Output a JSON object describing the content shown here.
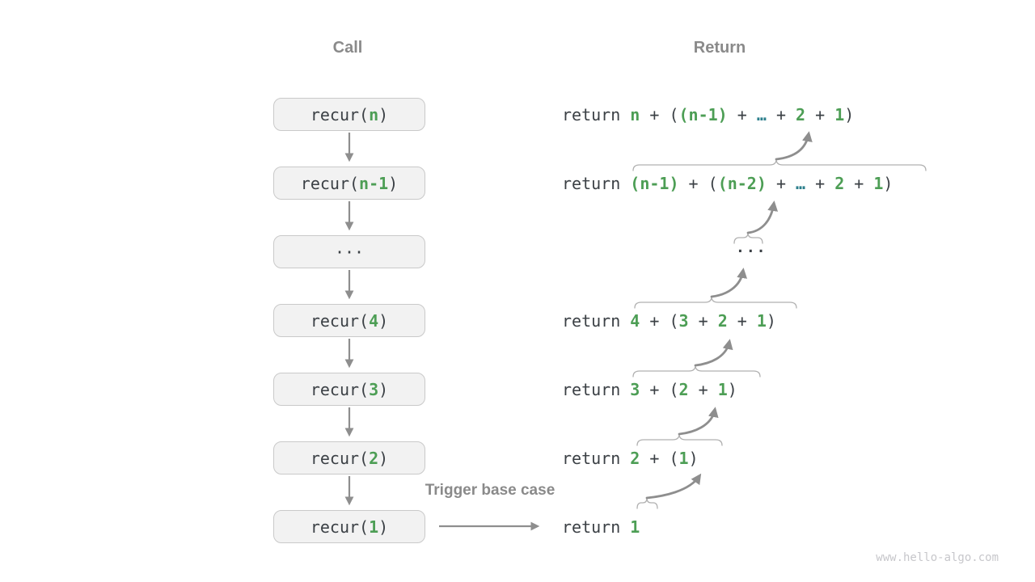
{
  "headers": {
    "call": "Call",
    "return": "Return"
  },
  "labels": {
    "trigger": "Trigger base case",
    "watermark": "www.hello-algo.com"
  },
  "colors": {
    "green": "#4d9e55",
    "teal": "#2c7f8c",
    "dark_text": "#3b4045",
    "gray_label": "#8a8a8a",
    "box_fill": "#f2f2f2",
    "box_border": "#c9c9c9",
    "arrow": "#8e8e8e",
    "brace": "#b0b0b0"
  },
  "call_stack": [
    {
      "segments": [
        {
          "t": "recur(",
          "c": "d"
        },
        {
          "t": "n",
          "c": "g"
        },
        {
          "t": ")",
          "c": "d"
        }
      ]
    },
    {
      "segments": [
        {
          "t": "recur(",
          "c": "d"
        },
        {
          "t": "n-1",
          "c": "g"
        },
        {
          "t": ")",
          "c": "d"
        }
      ]
    },
    {
      "segments": [
        {
          "t": "···",
          "c": "d"
        }
      ]
    },
    {
      "segments": [
        {
          "t": "recur(",
          "c": "d"
        },
        {
          "t": "4",
          "c": "g"
        },
        {
          "t": ")",
          "c": "d"
        }
      ]
    },
    {
      "segments": [
        {
          "t": "recur(",
          "c": "d"
        },
        {
          "t": "3",
          "c": "g"
        },
        {
          "t": ")",
          "c": "d"
        }
      ]
    },
    {
      "segments": [
        {
          "t": "recur(",
          "c": "d"
        },
        {
          "t": "2",
          "c": "g"
        },
        {
          "t": ")",
          "c": "d"
        }
      ]
    },
    {
      "segments": [
        {
          "t": "recur(",
          "c": "d"
        },
        {
          "t": "1",
          "c": "g"
        },
        {
          "t": ")",
          "c": "d"
        }
      ]
    }
  ],
  "return_stack": [
    {
      "segments": [
        {
          "t": "return ",
          "c": "d"
        },
        {
          "t": "n",
          "c": "g"
        },
        {
          "t": " + (",
          "c": "d"
        },
        {
          "t": "(n-1)",
          "c": "g"
        },
        {
          "t": " + ",
          "c": "d"
        },
        {
          "t": "…",
          "c": "t"
        },
        {
          "t": " + ",
          "c": "d"
        },
        {
          "t": "2",
          "c": "g"
        },
        {
          "t": " + ",
          "c": "d"
        },
        {
          "t": "1",
          "c": "g"
        },
        {
          "t": ")",
          "c": "d"
        }
      ]
    },
    {
      "segments": [
        {
          "t": "return ",
          "c": "d"
        },
        {
          "t": "(n-1)",
          "c": "g"
        },
        {
          "t": " + (",
          "c": "d"
        },
        {
          "t": "(n-2)",
          "c": "g"
        },
        {
          "t": " + ",
          "c": "d"
        },
        {
          "t": "…",
          "c": "t"
        },
        {
          "t": " + ",
          "c": "d"
        },
        {
          "t": "2",
          "c": "g"
        },
        {
          "t": " + ",
          "c": "d"
        },
        {
          "t": "1",
          "c": "g"
        },
        {
          "t": ")",
          "c": "d"
        }
      ]
    },
    {
      "segments": [
        {
          "t": "...",
          "c": "d"
        }
      ]
    },
    {
      "segments": [
        {
          "t": "return ",
          "c": "d"
        },
        {
          "t": "4",
          "c": "g"
        },
        {
          "t": " + (",
          "c": "d"
        },
        {
          "t": "3",
          "c": "g"
        },
        {
          "t": " + ",
          "c": "d"
        },
        {
          "t": "2",
          "c": "g"
        },
        {
          "t": " + ",
          "c": "d"
        },
        {
          "t": "1",
          "c": "g"
        },
        {
          "t": ")",
          "c": "d"
        }
      ]
    },
    {
      "segments": [
        {
          "t": "return ",
          "c": "d"
        },
        {
          "t": "3",
          "c": "g"
        },
        {
          "t": " + (",
          "c": "d"
        },
        {
          "t": "2",
          "c": "g"
        },
        {
          "t": " + ",
          "c": "d"
        },
        {
          "t": "1",
          "c": "g"
        },
        {
          "t": ")",
          "c": "d"
        }
      ]
    },
    {
      "segments": [
        {
          "t": "return ",
          "c": "d"
        },
        {
          "t": "2",
          "c": "g"
        },
        {
          "t": " + (",
          "c": "d"
        },
        {
          "t": "1",
          "c": "g"
        },
        {
          "t": ")",
          "c": "d"
        }
      ]
    },
    {
      "segments": [
        {
          "t": "return ",
          "c": "d"
        },
        {
          "t": "1",
          "c": "g"
        }
      ]
    }
  ]
}
